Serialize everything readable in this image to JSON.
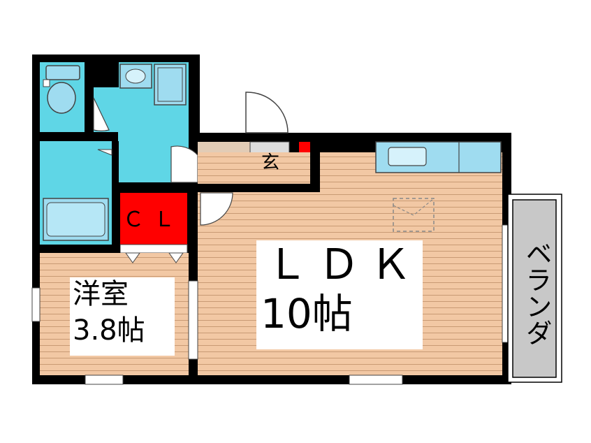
{
  "rooms": {
    "ldk": {
      "name": "ＬＤＫ",
      "size": "10帖"
    },
    "yoshitsu": {
      "name": "洋室",
      "size": "3.8帖"
    },
    "closet": {
      "label": "ＣＬ"
    },
    "genkan": {
      "label": "玄"
    },
    "veranda": {
      "label": "ベランダ"
    }
  },
  "colors": {
    "wall": "#000000",
    "wet_area": "#5fd6e6",
    "fixture": "#9fdcf0",
    "wood_floor": "#f2c8a4",
    "wood_line": "#c89a74",
    "closet": "#ff0000",
    "entry_floor": "#e2ccb6",
    "veranda": "#c8c8c8"
  }
}
